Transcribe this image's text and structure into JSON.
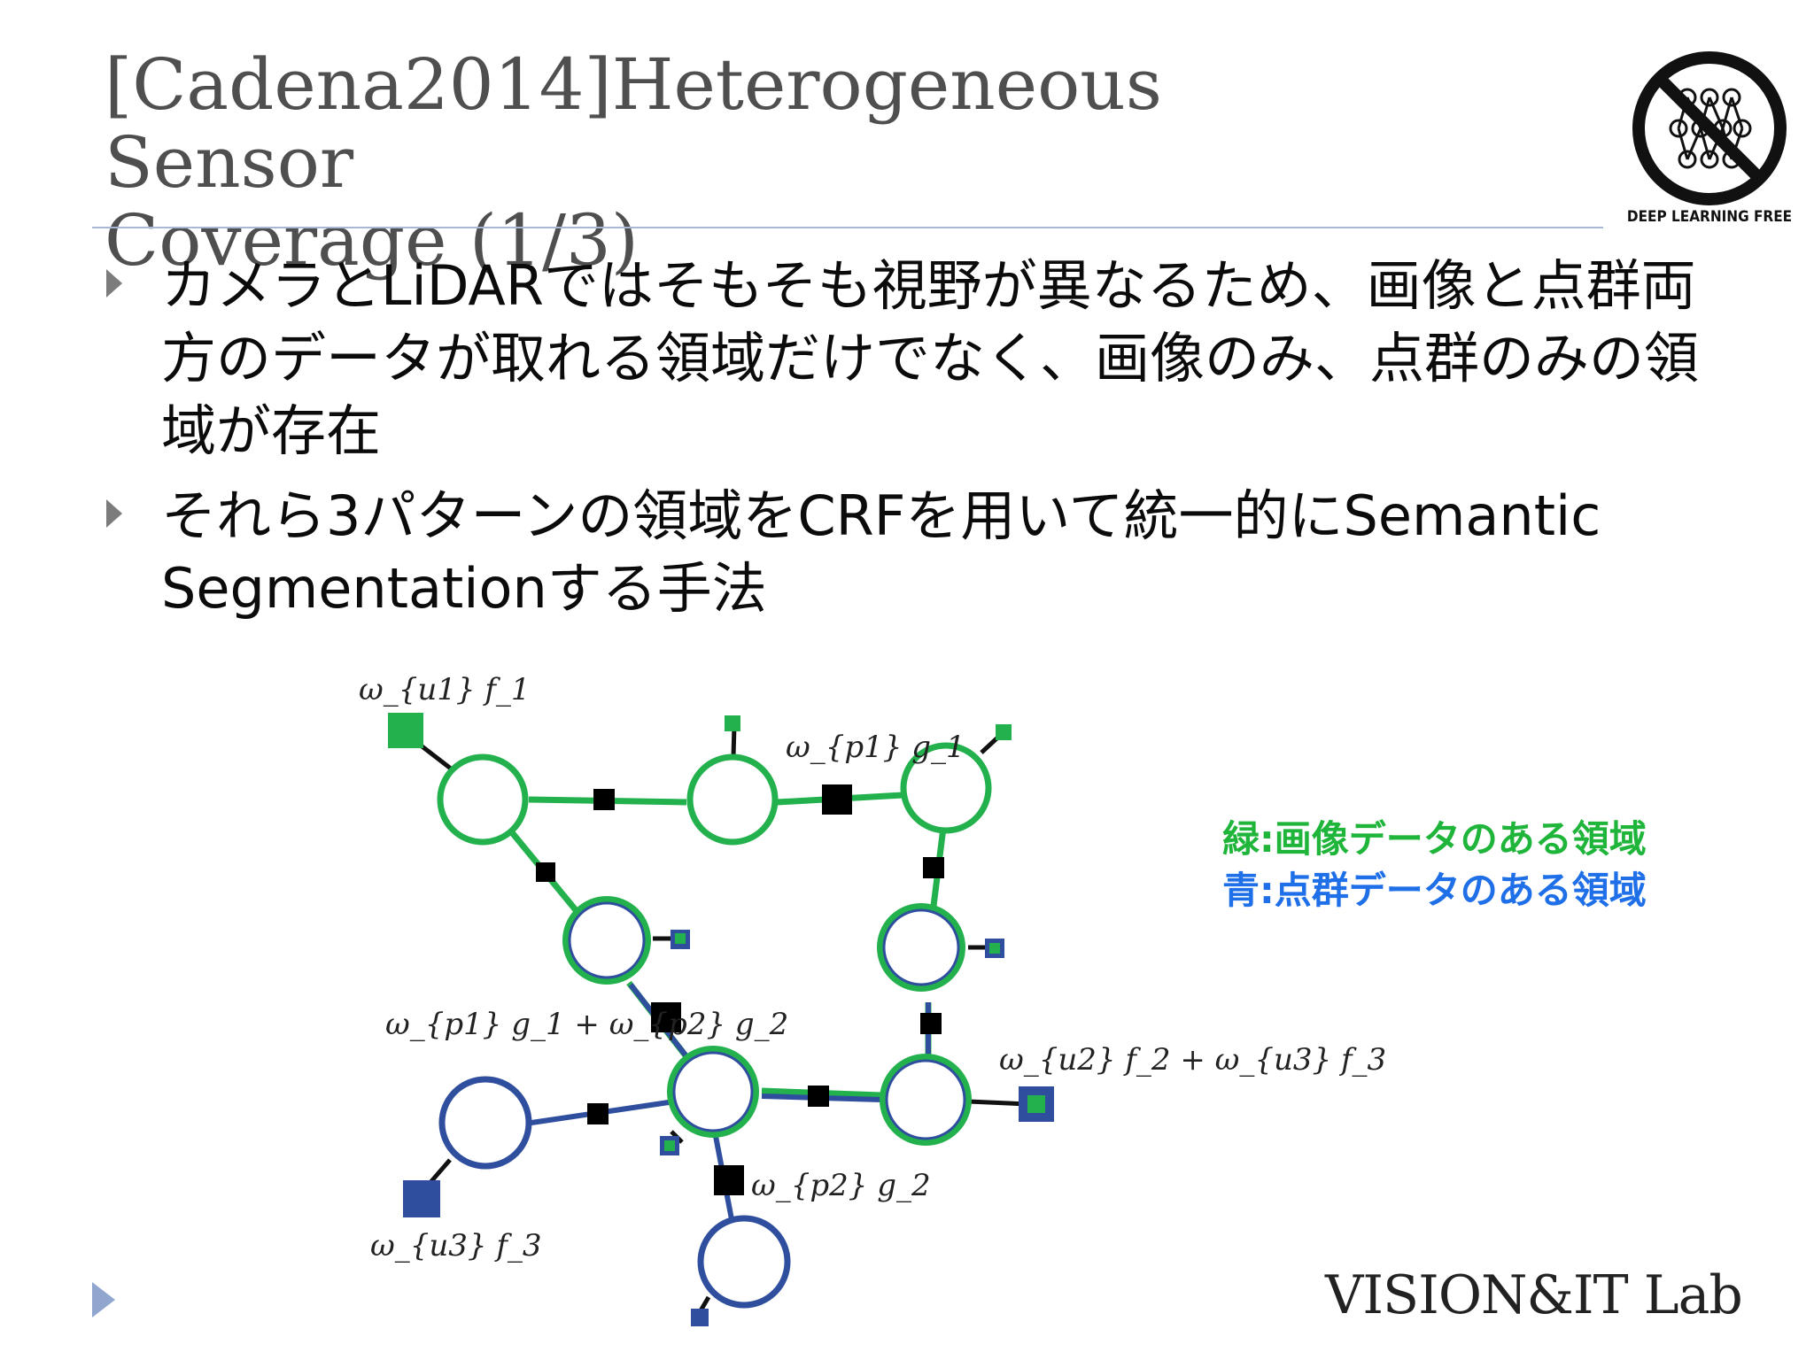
{
  "slide": {
    "title_line1": "[Cadena2014]Heterogeneous Sensor",
    "title_line2": "Coverage (1/3)",
    "logo_text": "DEEP LEARNING FREE",
    "bullets": [
      "カメラとLiDARではそもそも視野が異なるため、画像と点群両方のデータが取れる領域だけでなく、画像のみ、点群のみの領域が存在",
      "それら3パターンの領域をCRFを用いて統一的にSemantic Segmentationする手法"
    ],
    "legend": {
      "green": "緑:画像データのある領域",
      "blue": "青:点群データのある領域"
    },
    "footer": "VISION&IT Lab"
  },
  "diagram": {
    "labels": {
      "l1": "ω_{u1} f_1",
      "l2": "ω_{p1} g_1",
      "l3": "ω_{p1} g_1 + ω_{p2} g_2",
      "l4": "ω_{u2} f_2 + ω_{u3} f_3",
      "l5": "ω_{p2} g_2",
      "l6": "ω_{u3} f_3"
    },
    "colors": {
      "green": "#22b14c",
      "blue": "#2f4f9e",
      "factor": "#000000"
    }
  }
}
